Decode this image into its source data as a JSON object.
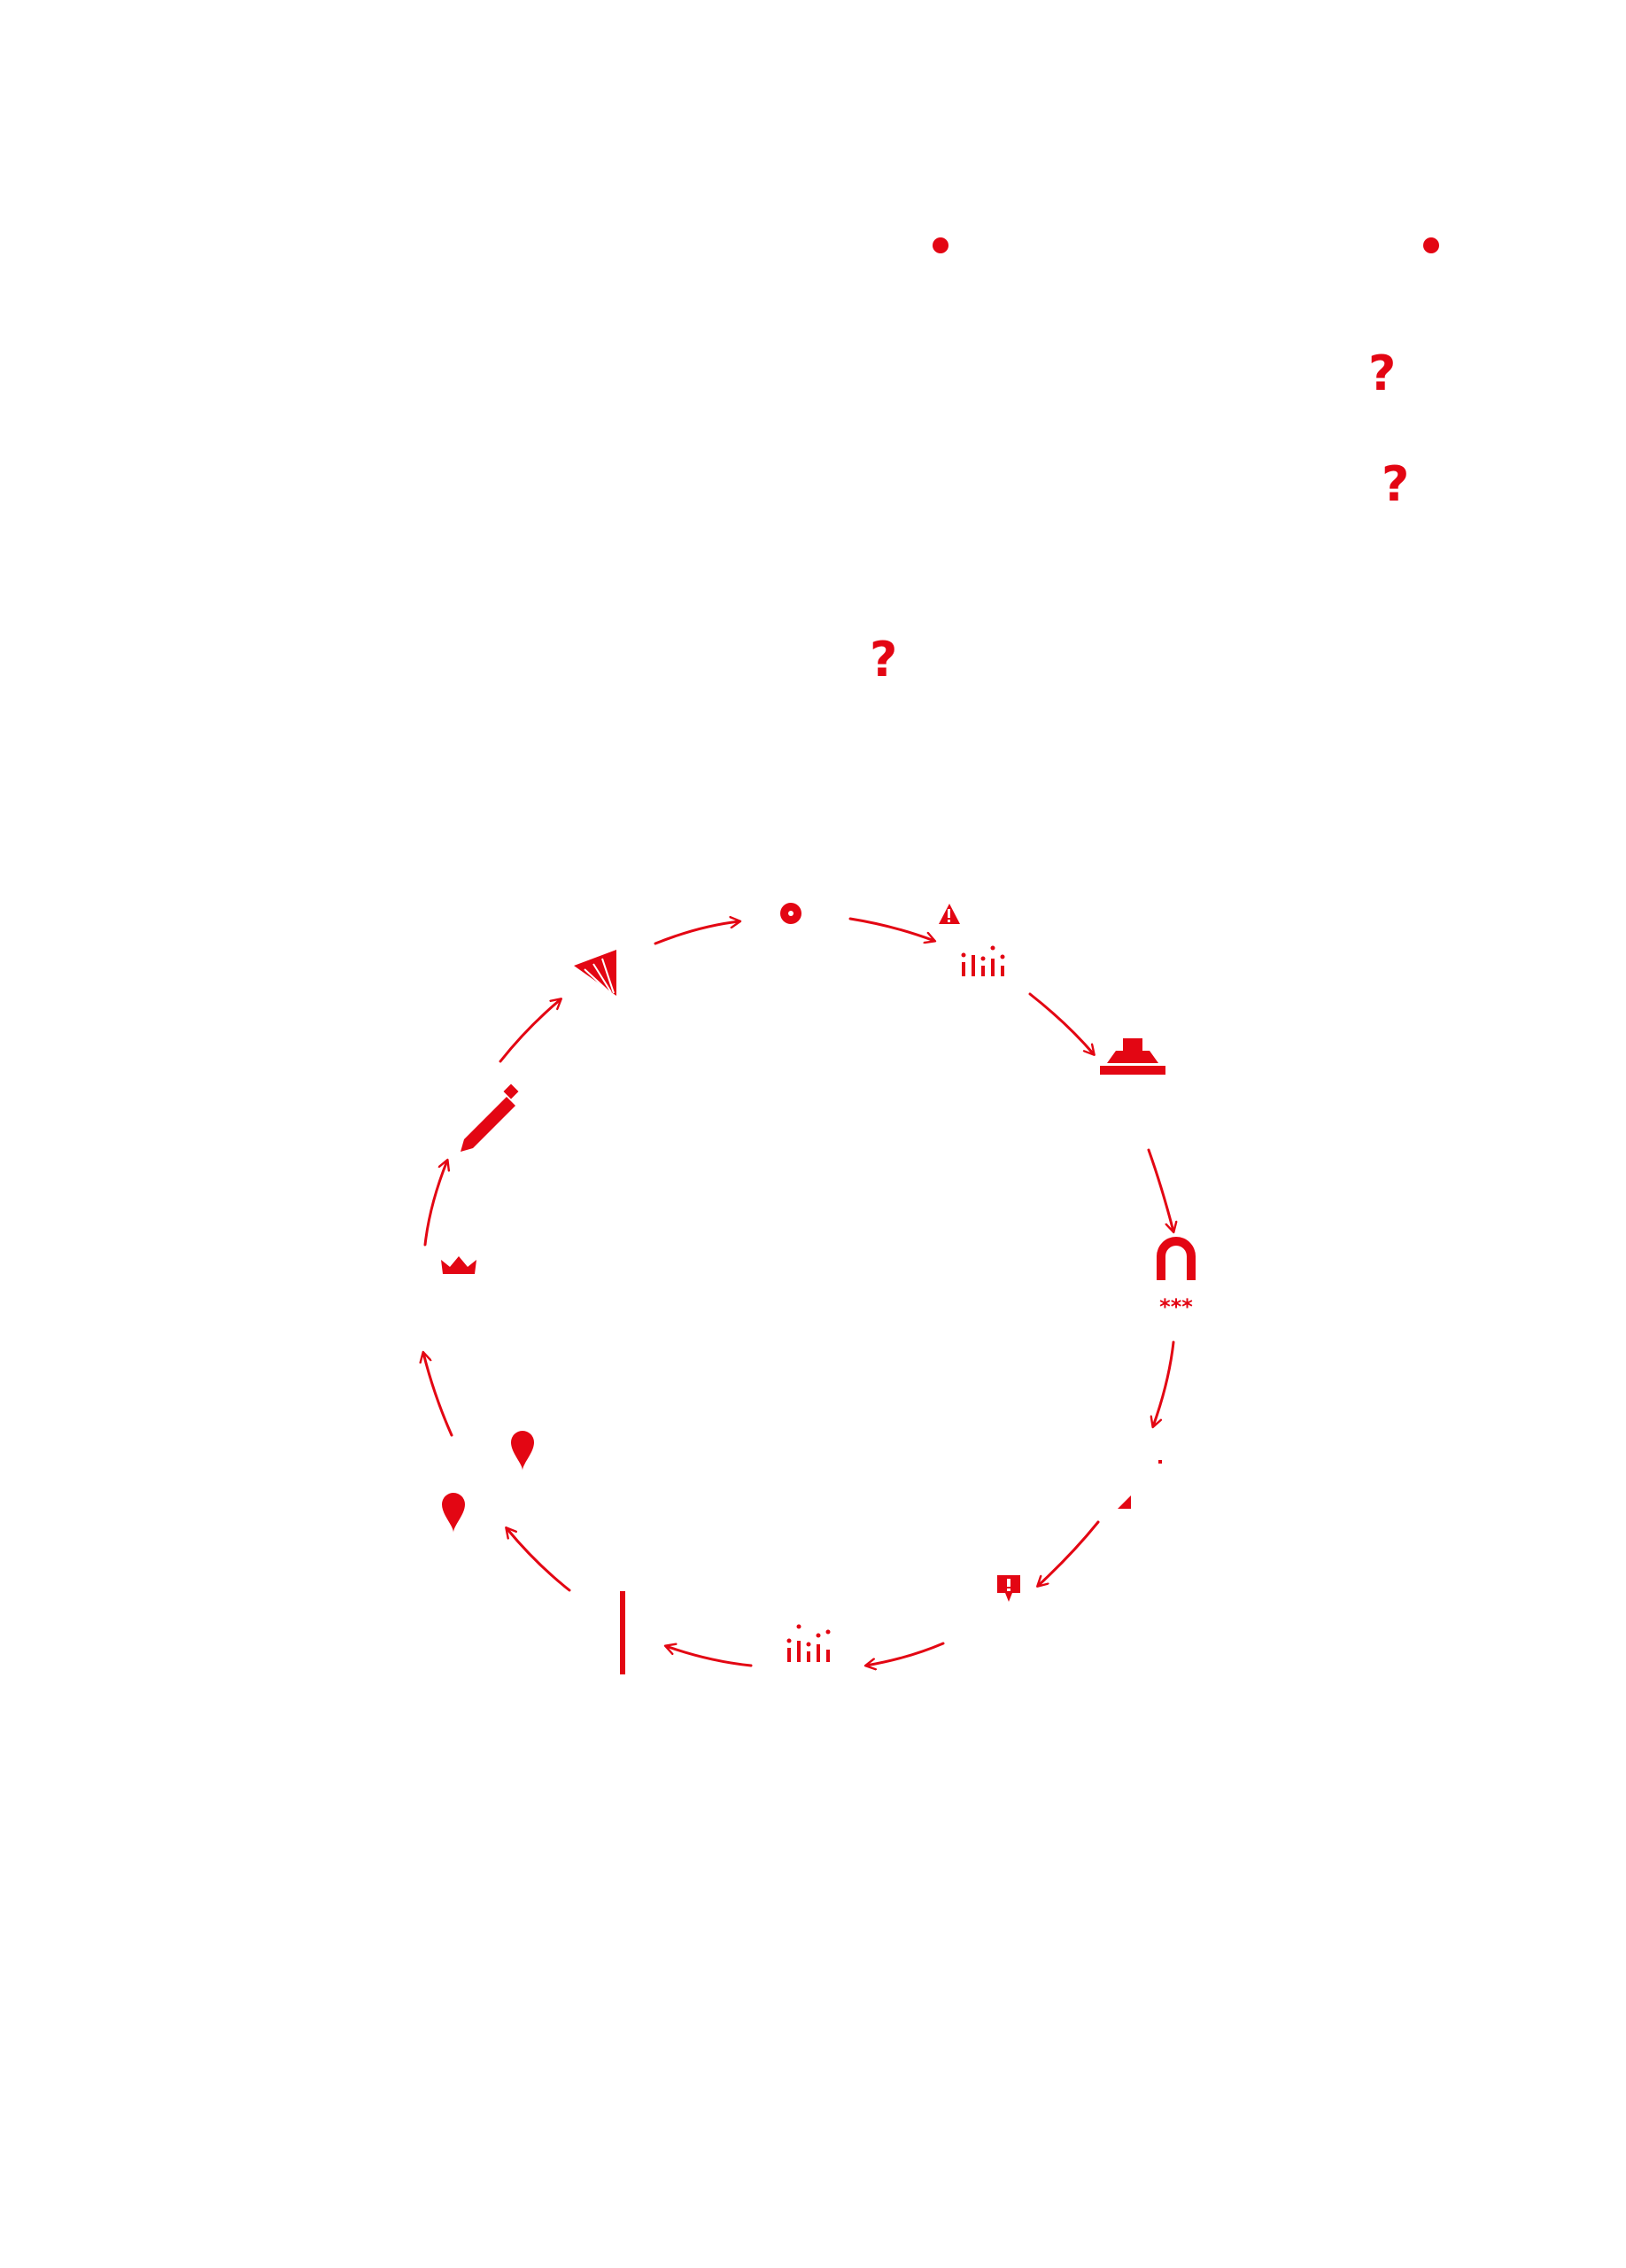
{
  "colors": {
    "accent": "#e30613",
    "background": "#ffffff"
  },
  "header": {
    "marks": {
      "dot_1": "•",
      "dot_2": "•",
      "question_1": "?",
      "question_2": "?",
      "question_3": "?"
    }
  },
  "cycle": {
    "nodes": [
      {
        "id": "top",
        "icon": "target-dot-icon"
      },
      {
        "id": "upper-right",
        "icon": "warning-chart-icon"
      },
      {
        "id": "right-upper",
        "icon": "stage-platform-icon"
      },
      {
        "id": "right",
        "icon": "magnet-stars-icon"
      },
      {
        "id": "right-lower",
        "icon": "small-triangle-icon"
      },
      {
        "id": "lower-right",
        "icon": "alert-badge-icon"
      },
      {
        "id": "bottom",
        "icon": "dotted-chart-icon"
      },
      {
        "id": "lower-left",
        "icon": "vertical-bar-icon"
      },
      {
        "id": "left-lower",
        "icon": "map-pins-icon"
      },
      {
        "id": "left",
        "icon": "crown-icon"
      },
      {
        "id": "left-upper",
        "icon": "pencil-icon"
      },
      {
        "id": "upper-left",
        "icon": "fan-icon"
      }
    ]
  }
}
